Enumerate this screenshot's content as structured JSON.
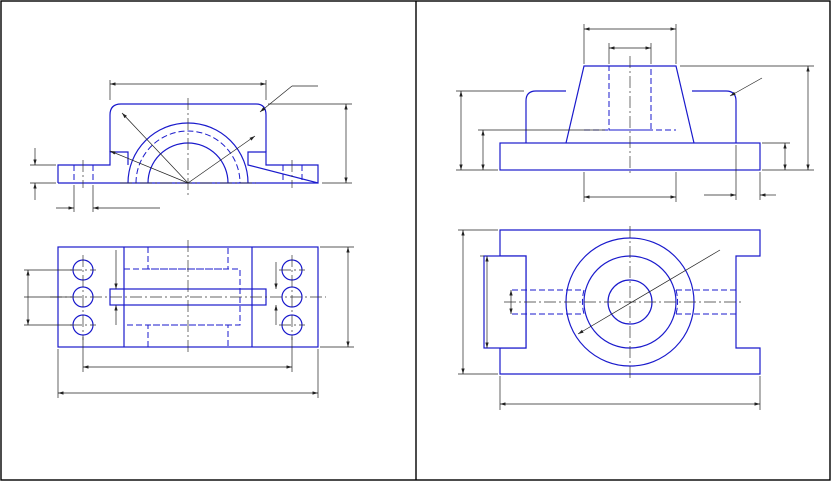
{
  "colors": {
    "background": "#ffffff",
    "object_lines": "#1a1acc",
    "dimension_lines": "#222222",
    "frame": "#000000"
  },
  "panels": [
    "left-drawing-panel",
    "right-drawing-panel"
  ],
  "views": {
    "left": [
      "front-view",
      "top-view"
    ],
    "right": [
      "front-view",
      "top-view"
    ]
  }
}
